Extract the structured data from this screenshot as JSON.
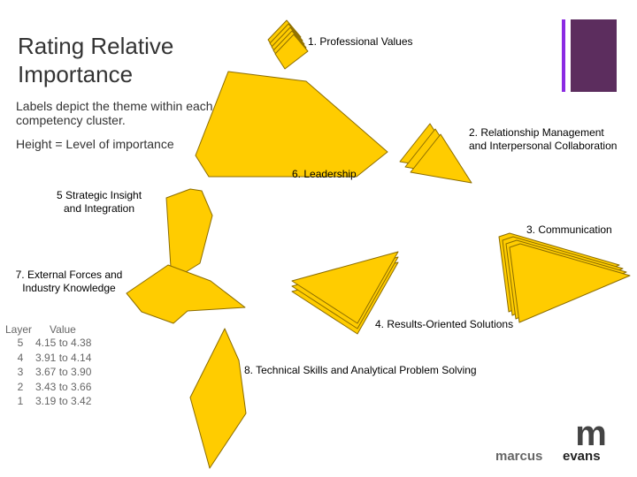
{
  "slide": {
    "title": "Rating Relative Importance",
    "subtitle": "Labels depict the theme within each competency cluster.",
    "height_note": "Height = Level of importance"
  },
  "clusters": [
    {
      "label_line1": "1. Professional Values",
      "label_line2": ""
    },
    {
      "label_line1": "2. Relationship Management",
      "label_line2": "and Interpersonal Collaboration"
    },
    {
      "label_line1": "3. Communication",
      "label_line2": ""
    },
    {
      "label_line1": "4. Results-Oriented Solutions",
      "label_line2": ""
    },
    {
      "label_line1": "5 Strategic Insight",
      "label_line2": "and Integration"
    },
    {
      "label_line1": "6. Leadership",
      "label_line2": ""
    },
    {
      "label_line1": "7. External Forces and",
      "label_line2": "Industry Knowledge"
    },
    {
      "label_line1": "8. Technical Skills and Analytical Problem Solving",
      "label_line2": ""
    }
  ],
  "legend": {
    "header_layer": "Layer",
    "header_value": "Value",
    "rows": [
      {
        "layer": "5",
        "value": "4.15 to 4.38"
      },
      {
        "layer": "4",
        "value": "3.91 to 4.14"
      },
      {
        "layer": "3",
        "value": "3.67 to 3.90"
      },
      {
        "layer": "2",
        "value": "3.43 to 3.66"
      },
      {
        "layer": "1",
        "value": "3.19 to 3.42"
      }
    ]
  },
  "brand": {
    "logo_text_part1": "marcus",
    "logo_text_part2": "evans",
    "logo_mark": "m",
    "purple": "#5c2d5e",
    "fill_color": "#ffcc00",
    "stroke_color": "#8c6d00"
  }
}
